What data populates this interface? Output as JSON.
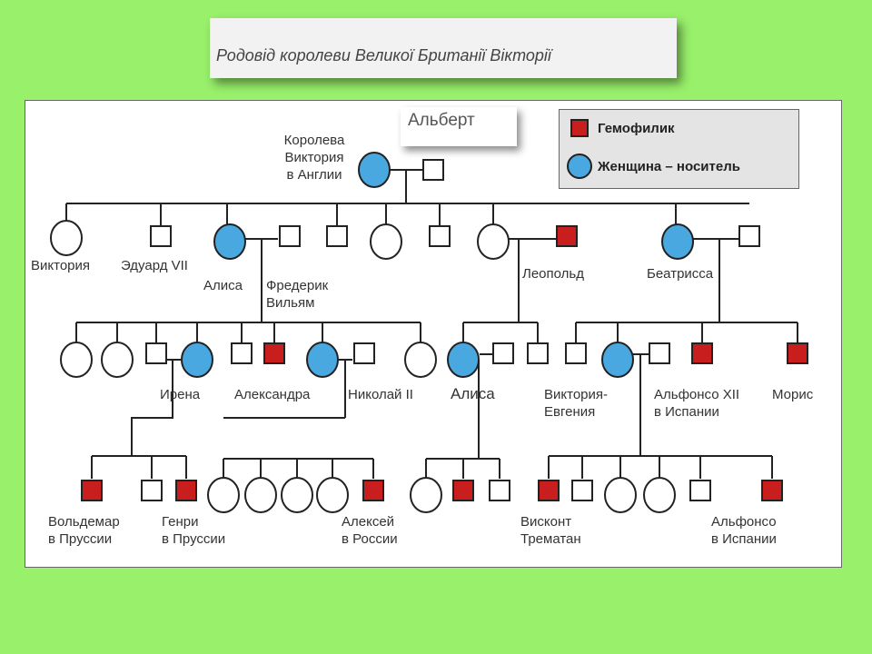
{
  "title": "Родовід королеви Великої Британії Вікторії",
  "albert_label": "Альберт",
  "legend": {
    "hemophiliac": "Гемофилик",
    "carrier": "Женщина – носитель"
  },
  "colors": {
    "background": "#98f06b",
    "hemophiliac": "#c81e1e",
    "carrier": "#4aa8e0"
  },
  "labels": {
    "victoria_queen_1": "Королева",
    "victoria_queen_2": "Виктория",
    "victoria_queen_3": "в Англии",
    "victoria": "Виктория",
    "edward": "Эдуард VII",
    "alice": "Алиса",
    "frederick_1": "Фредерик",
    "frederick_2": "Вильям",
    "leopold": "Леопольд",
    "beatrice": "Беатрисса",
    "irene": "Ирена",
    "alexandra": "Александра",
    "nicholas": "Николай II",
    "alice2": "Алиса",
    "victoria_eugenie_1": "Виктория-",
    "victoria_eugenie_2": "Евгения",
    "alfonso_xii_1": "Альфонсо XII",
    "alfonso_xii_2": "в Испании",
    "maurice": "Морис",
    "waldemar_1": "Вольдемар",
    "waldemar_2": "в Пруссии",
    "henry_1": "Генри",
    "henry_2": "в Пруссии",
    "alexei_1": "Алексей",
    "alexei_2": "в России",
    "viscount_1": "Висконт",
    "viscount_2": "Трематан",
    "alfonso_1": "Альфонсо",
    "alfonso_2": "в Испании"
  }
}
